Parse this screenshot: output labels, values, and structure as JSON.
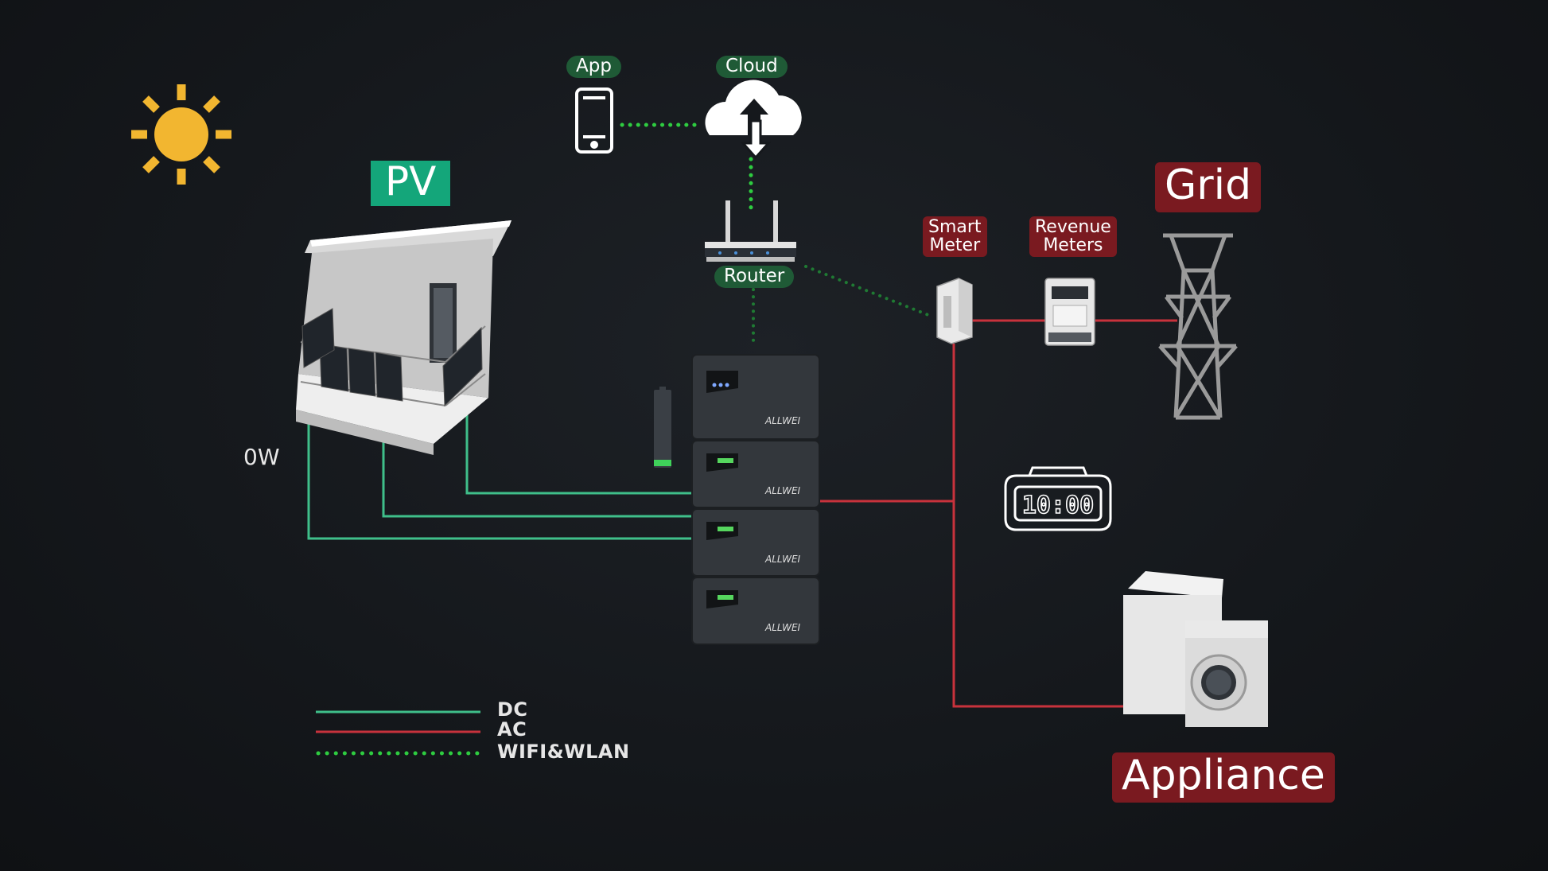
{
  "labels": {
    "pv": "PV",
    "app": "App",
    "cloud": "Cloud",
    "router": "Router",
    "smart_meter_line1": "Smart",
    "smart_meter_line2": "Meter",
    "revenue_meters_line1": "Revenue",
    "revenue_meters_line2": "Meters",
    "grid": "Grid",
    "appliance": "Appliance",
    "pv_power": "0W",
    "clock_time": "10:00",
    "brand": "ALLWEI"
  },
  "legend": [
    {
      "label": "DC",
      "style": "solid",
      "color": "#3fbf8a"
    },
    {
      "label": "AC",
      "style": "solid",
      "color": "#c8323c"
    },
    {
      "label": "WIFI&WLAN",
      "style": "dotted",
      "color": "#2ecc40"
    }
  ],
  "colors": {
    "dc": "#3fbf8a",
    "ac": "#c8323c",
    "wifi": "#2ecc40",
    "sun": "#f2b630",
    "pv_label_bg": "#14a67a",
    "grid_label_bg": "#7a1a20",
    "cloud_label_bg": "#1f5a36"
  },
  "icons": [
    "sun-icon",
    "phone-icon",
    "cloud-icon",
    "router-icon",
    "smart-meter-icon",
    "revenue-meter-icon",
    "transmission-tower-icon",
    "alarm-clock-icon",
    "washing-machine-icon",
    "balcony-solar-icon",
    "battery-level-icon"
  ]
}
